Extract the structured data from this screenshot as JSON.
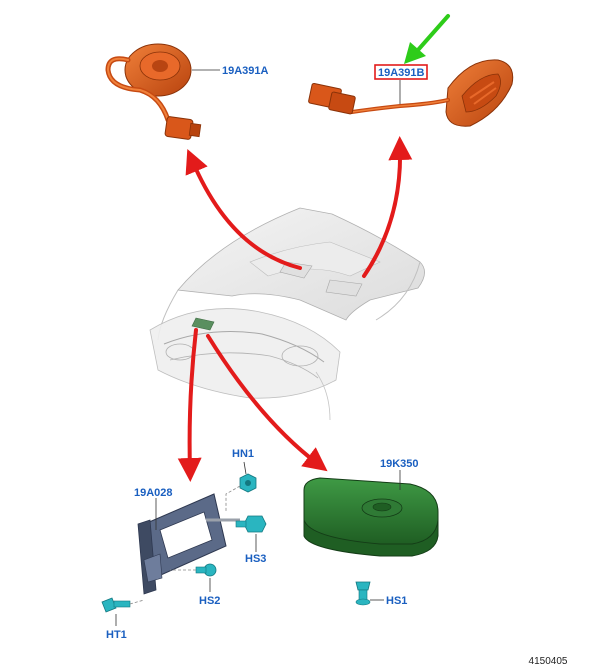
{
  "diagram": {
    "figure_number": "4150405",
    "labels": {
      "clockspring": "19A391A",
      "light_assembly": "19A391B",
      "bracket": "19A028",
      "module": "19K350",
      "nut": "HN1",
      "screw_hs3": "HS3",
      "screw_hs2": "HS2",
      "screw_ht1": "HT1",
      "screw_hs1": "HS1"
    },
    "colors": {
      "part_orange": "#d9571a",
      "module_green": "#2e7d32",
      "bracket_blue": "#4a5a78",
      "fastener_teal": "#2ab5c0",
      "label_blue": "#1a5fc0",
      "arrow_red": "#e31b1b",
      "highlight_green": "#2ecc1a",
      "highlight_box": "#e31b1b"
    }
  }
}
